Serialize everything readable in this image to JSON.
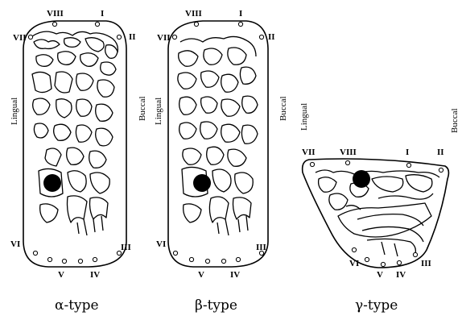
{
  "figures": [
    {
      "id": "alpha",
      "caption": "α-type",
      "left_label": "Lingual",
      "right_label": "Buccal",
      "sites": [
        "I",
        "II",
        "III",
        "IV",
        "V",
        "VI",
        "VII",
        "VIII"
      ]
    },
    {
      "id": "beta",
      "caption": "β-type",
      "left_label": "Lingual",
      "right_label": "Buccal",
      "sites": [
        "I",
        "II",
        "III",
        "IV",
        "V",
        "VI",
        "VII",
        "VIII"
      ]
    },
    {
      "id": "gamma",
      "caption": "γ-type",
      "left_label": "Lingual",
      "right_label": "Buccal",
      "sites": [
        "I",
        "II",
        "III",
        "IV",
        "V",
        "VI",
        "VII",
        "VIII"
      ]
    }
  ]
}
